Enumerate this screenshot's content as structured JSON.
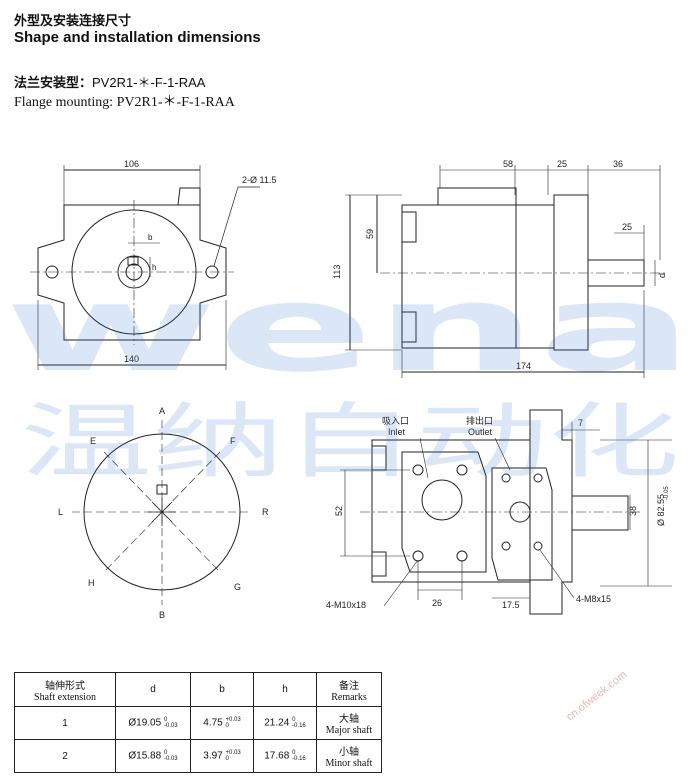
{
  "header": {
    "title_cn": "外型及安装连接尺寸",
    "title_en": "Shape and installation dimensions",
    "mounting_cn_label": "法兰安装型：",
    "mounting_cn_model": "PV2R1-＊-F-1-RAA",
    "mounting_en": "Flange mounting: PV2R1-＊-F-1-RAA"
  },
  "front_view": {
    "dim_width_top": "106",
    "dim_width_bottom": "140",
    "hole_callout": "2-Ø 11.5",
    "key_b": "b",
    "key_h": "h"
  },
  "side_view": {
    "dim_58": "58",
    "dim_25": "25",
    "dim_36": "36",
    "dim_25_shaft": "25",
    "dim_59": "59",
    "dim_113": "113",
    "dim_174": "174",
    "dim_d": "d"
  },
  "rear_view": {
    "labels": [
      "A",
      "B",
      "E",
      "F",
      "L",
      "R",
      "H",
      "G"
    ]
  },
  "port_view": {
    "inlet_cn": "吸入口",
    "inlet_en": "Inlet",
    "outlet_cn": "排出口",
    "outlet_en": "Outlet",
    "dim_7": "7",
    "dim_52": "52",
    "dim_38": "38",
    "dim_pilot": "Ø 82.55",
    "dim_pilot_tol": "-0.05",
    "callout_m10": "4-M10x18",
    "callout_m8": "4-M8x15",
    "dim_26": "26",
    "dim_17_5": "17.5"
  },
  "watermark": {
    "latin": "wena",
    "cn": "温纳自动化",
    "site": "cn.ofweek.com"
  },
  "table": {
    "headers": {
      "col1_cn": "轴伸形式",
      "col1_en": "Shaft extension",
      "col2": "d",
      "col3": "b",
      "col4": "h",
      "col5_cn": "备注",
      "col5_en": "Remarks"
    },
    "rows": [
      {
        "no": "1",
        "d": "Ø19.05",
        "d_up": "0",
        "d_lo": "-0.03",
        "b": "4.75",
        "b_up": "+0.03",
        "b_lo": "0",
        "h": "21.24",
        "h_up": "0",
        "h_lo": "-0.16",
        "remark_cn": "大轴",
        "remark_en": "Major shaft"
      },
      {
        "no": "2",
        "d": "Ø15.88",
        "d_up": "0",
        "d_lo": "-0.03",
        "b": "3.97",
        "b_up": "+0.03",
        "b_lo": "0",
        "h": "17.68",
        "h_up": "0",
        "h_lo": "-0.16",
        "remark_cn": "小轴",
        "remark_en": "Minor shaft"
      }
    ]
  }
}
